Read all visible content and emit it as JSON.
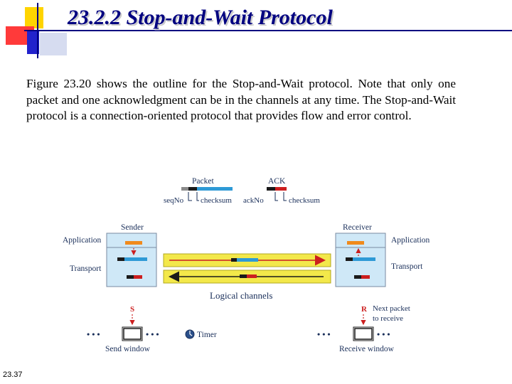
{
  "slide": {
    "title": "23.2.2  Stop-and-Wait Protocol",
    "body": "Figure 23.20 shows the outline for the Stop-and-Wait protocol. Note that only one packet and one acknowledgment can be in the channels at any time. The Stop-and-Wait protocol is a connection-oriented protocol that provides flow and error control.",
    "slide_number": "23.37"
  },
  "figure": {
    "packet_label": "Packet",
    "ack_label": "ACK",
    "seqno_label": "seqNo",
    "checksum_label_1": "checksum",
    "ackno_label": "ackNo",
    "checksum_label_2": "checksum",
    "sender_label": "Sender",
    "receiver_label": "Receiver",
    "application_left": "Application",
    "application_right": "Application",
    "transport_left": "Transport",
    "transport_right": "Transport",
    "logical_channels": "Logical channels",
    "s_marker": "S",
    "r_marker": "R",
    "next_packet_line1": "Next packet",
    "next_packet_line2": "to receive",
    "timer_label": "Timer",
    "send_window": "Send window",
    "receive_window": "Receive window",
    "ellipsis_1": "• • •",
    "ellipsis_2": "• • •",
    "ellipsis_3": "• • •",
    "ellipsis_4": "• • •"
  },
  "colors": {
    "title": "#000080",
    "deco_yellow": "#ffd400",
    "deco_red": "#ff0000",
    "deco_blue": "#0000cc",
    "channel_yellow": "#f3e84a",
    "packet_blue": "#2e9ad6",
    "ack_red": "#cc1f1f",
    "box_blue": "#cfe8f7",
    "app_orange": "#f08a1c"
  }
}
